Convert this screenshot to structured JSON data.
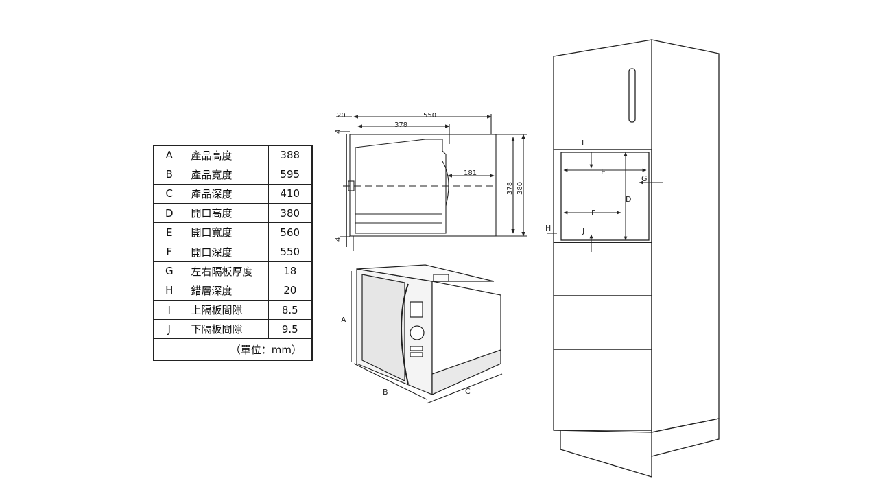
{
  "spec_table": {
    "rows": [
      {
        "letter": "A",
        "name": "產品高度",
        "value": "388"
      },
      {
        "letter": "B",
        "name": "產品寬度",
        "value": "595"
      },
      {
        "letter": "C",
        "name": "產品深度",
        "value": "410"
      },
      {
        "letter": "D",
        "name": "開口高度",
        "value": "380"
      },
      {
        "letter": "E",
        "name": "開口寬度",
        "value": "560"
      },
      {
        "letter": "F",
        "name": "開口深度",
        "value": "550"
      },
      {
        "letter": "G",
        "name": "左右隔板厚度",
        "value": "18"
      },
      {
        "letter": "H",
        "name": "錯層深度",
        "value": "20"
      },
      {
        "letter": "I",
        "name": "上隔板間隙",
        "value": "8.5"
      },
      {
        "letter": "J",
        "name": "下隔板間隙",
        "value": "9.5"
      }
    ],
    "unit_note": "（單位：mm）"
  },
  "side_view": {
    "dim_20": "20",
    "dim_550": "550",
    "dim_378_top": "378",
    "dim_181": "181",
    "dim_378_right": "378",
    "dim_380_right": "380",
    "dim_4_top": "4",
    "dim_4_bottom": "4"
  },
  "product_view": {
    "label_a": "A",
    "label_b": "B",
    "label_c": "C"
  },
  "cabinet_view": {
    "label_i": "I",
    "label_e": "E",
    "label_g": "G",
    "label_d": "D",
    "label_f": "F",
    "label_h": "H",
    "label_j": "J"
  }
}
